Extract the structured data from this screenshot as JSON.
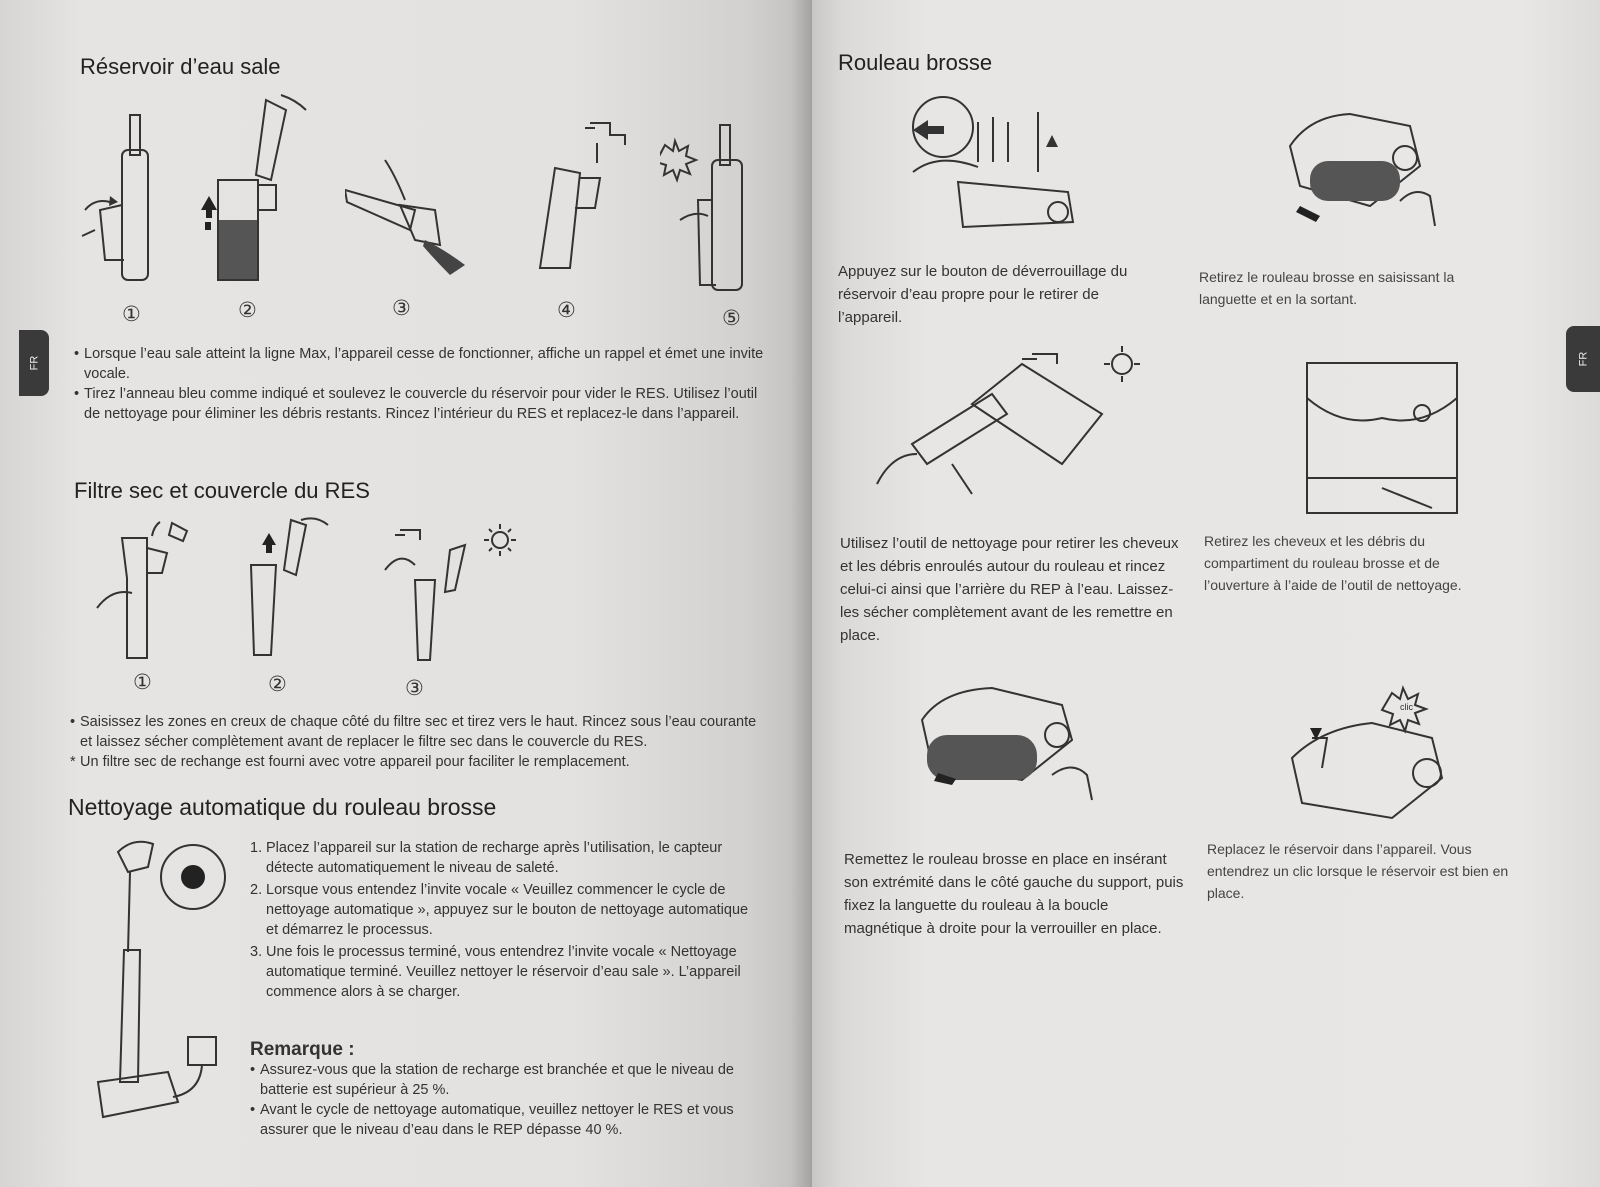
{
  "left_page": {
    "tab_label": "FR",
    "section1": {
      "title": "Réservoir d’eau sale",
      "step_numbers": [
        "①",
        "②",
        "③",
        "④",
        "⑤"
      ],
      "bullets": [
        "Lorsque l’eau sale atteint la ligne Max, l’appareil cesse de fonctionner, affiche un rappel et émet une invite vocale.",
        "Tirez l’anneau bleu comme indiqué et soulevez le couvercle du réservoir pour vider le RES. Utilisez l’outil de nettoyage pour éliminer les débris restants. Rincez l’intérieur du RES et replacez-le dans l’appareil."
      ]
    },
    "section2": {
      "title": "Filtre sec et couvercle du RES",
      "step_numbers": [
        "①",
        "②",
        "③"
      ],
      "bullets": [
        "Saisissez les zones en creux de chaque côté du filtre sec et tirez vers le haut. Rincez sous l’eau courante et laissez sécher complètement avant de replacer le filtre sec dans le couvercle du RES."
      ],
      "note": "Un filtre sec de rechange est fourni avec votre appareil pour faciliter le remplacement."
    },
    "section3": {
      "title": "Nettoyage automatique du rouleau brosse",
      "steps": [
        {
          "num": "1.",
          "text": "Placez l’appareil sur la station de recharge après l’utilisation, le capteur détecte automatiquement le niveau de saleté."
        },
        {
          "num": "2.",
          "text": "Lorsque vous entendez l’invite vocale « Veuillez commencer le cycle de nettoyage automatique », appuyez sur le bouton de nettoyage automatique et démarrez le processus."
        },
        {
          "num": "3.",
          "text": "Une fois le processus terminé, vous entendrez l’invite vocale « Nettoyage automatique terminé. Veuillez nettoyer le réservoir d’eau sale ». L’appareil commence alors à se charger."
        }
      ],
      "remark_title": "Remarque :",
      "remarks": [
        "Assurez-vous que la station de recharge est branchée et que le niveau de batterie est supérieur à 25 %.",
        "Avant le cycle de nettoyage automatique, veuillez nettoyer le RES et vous assurer que le niveau d’eau dans le REP dépasse 40 %."
      ]
    }
  },
  "right_page": {
    "tab_label": "FR",
    "title": "Rouleau brosse",
    "captions": [
      "Appuyez sur le bouton de déverrouillage du réservoir d’eau propre pour le retirer de l’appareil.",
      "Retirez le rouleau brosse en saisissant la languette et en la sortant.",
      "Utilisez l’outil de nettoyage pour retirer les cheveux et les débris enroulés autour du rouleau et rincez celui-ci ainsi que l’arrière du REP à l’eau. Laissez-les sécher complètement avant de les remettre en place.",
      "Retirez les cheveux et les débris du compartiment du rouleau brosse et de l’ouverture à l’aide de l’outil de nettoyage.",
      "Remettez le rouleau brosse en place en insérant son extrémité dans le côté gauche du support, puis fixez la languette du rouleau à la boucle magnétique à droite pour la verrouiller en place.",
      "Replacez le réservoir dans l’appareil. Vous entendrez un clic lorsque le réservoir est bien en place."
    ],
    "click_label": "clic"
  }
}
